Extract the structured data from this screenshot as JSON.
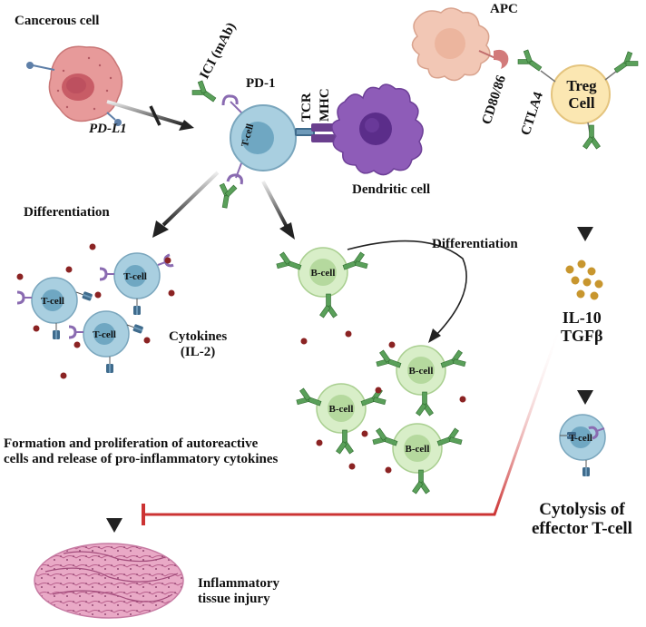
{
  "labels": {
    "cancerous_cell": "Cancerous cell",
    "pd_l1": "PD-L1",
    "ici": "ICI (mAb)",
    "pd_1": "PD-1",
    "tcr": "TCR",
    "mhc": "MHC",
    "dendritic_cell": "Dendritic cell",
    "apc": "APC",
    "cd80_86": "CD80/86",
    "ctla4": "CTLA4",
    "treg_line1": "Treg",
    "treg_line2": "Cell",
    "differentiation_left": "Differentiation",
    "differentiation_right": "Differentiation",
    "cytokines_line1": "Cytokines",
    "cytokines_line2": "(IL-2)",
    "il10": "IL-10",
    "tgfb": "TGFβ",
    "formation_line1": "Formation and proliferation of autoreactive",
    "formation_line2": "cells and release of pro-inflammatory cytokines",
    "injury_line1": "Inflammatory",
    "injury_line2": "tissue injury",
    "cytolysis_line1": "Cytolysis of",
    "cytolysis_line2": "effector T-cell",
    "t_cell": "T-cell",
    "b_cell": "B-cell"
  },
  "colors": {
    "cancer": "#e79a9a",
    "cancer_nucleus": "#c85c66",
    "tcell": "#a9cfe0",
    "tcell_core": "#6fa7c2",
    "bcell": "#d8eec8",
    "bcell_core": "#b5d99e",
    "dendritic": "#8e5cb8",
    "dendritic_core": "#5b2d8a",
    "apc": "#f2c7b5",
    "treg": "#fbe7b2",
    "antibody": "#5aa05a",
    "receptor_blue": "#3f6b8c",
    "receptor_purple": "#8a6bb1",
    "cytokine_red": "#8b2323",
    "cytokine_gold": "#c8962e",
    "inhibit_red": "#cc3333",
    "tissue": "#d88fb0"
  }
}
